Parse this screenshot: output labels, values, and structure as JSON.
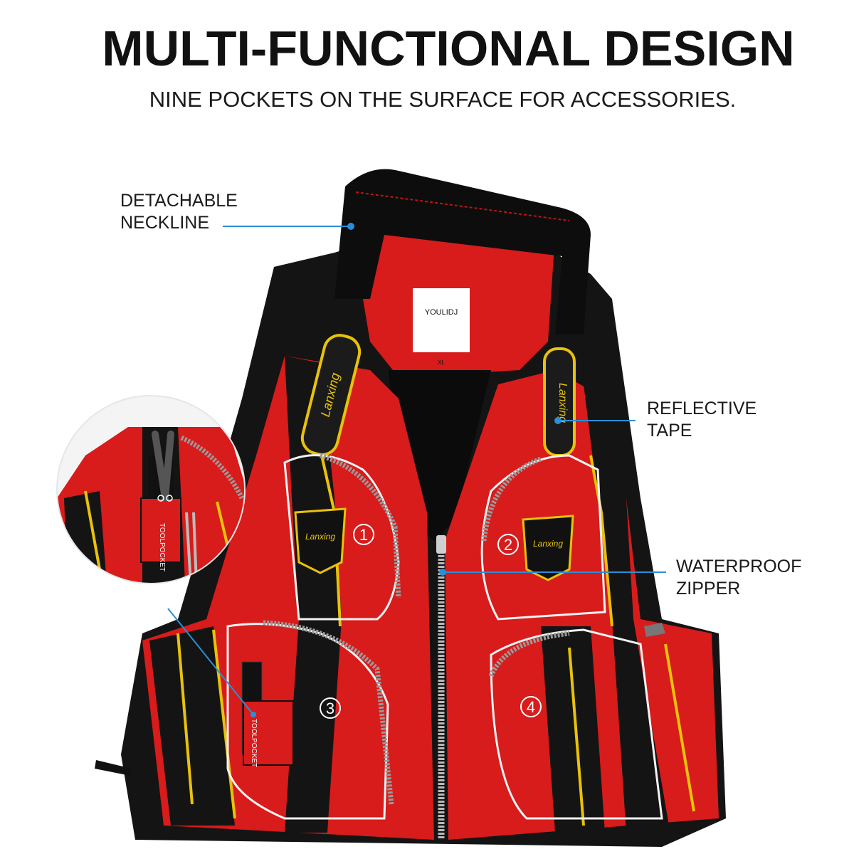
{
  "header": {
    "title": "MULTI-FUNCTIONAL DESIGN",
    "subtitle": "NINE POCKETS ON THE SURFACE FOR ACCESSORIES."
  },
  "callouts": {
    "neckline": {
      "line1": "DETACHABLE",
      "line2": "NECKLINE"
    },
    "tape": {
      "line1": "REFLECTIVE",
      "line2": "TAPE"
    },
    "zipper": {
      "line1": "WATERPROOF",
      "line2": "ZIPPER"
    }
  },
  "pockets": {
    "p1": "1",
    "p2": "2",
    "p3": "3",
    "p4": "4"
  },
  "labels": {
    "brand": "YOULIDJ",
    "size": "XL",
    "badge_text": "Lanxing",
    "patch_text": "Lanxing",
    "tool_pocket": "TOOLPOCKET"
  },
  "colors": {
    "vest_red": "#d81b1b",
    "vest_black": "#141414",
    "accent_yellow": "#e8c20a",
    "callout_line": "#2a8fd6",
    "piping": "#f2f2f2"
  },
  "icons": [
    "scissors-icon",
    "pliers-icon",
    "pocket-zipper-icon"
  ]
}
